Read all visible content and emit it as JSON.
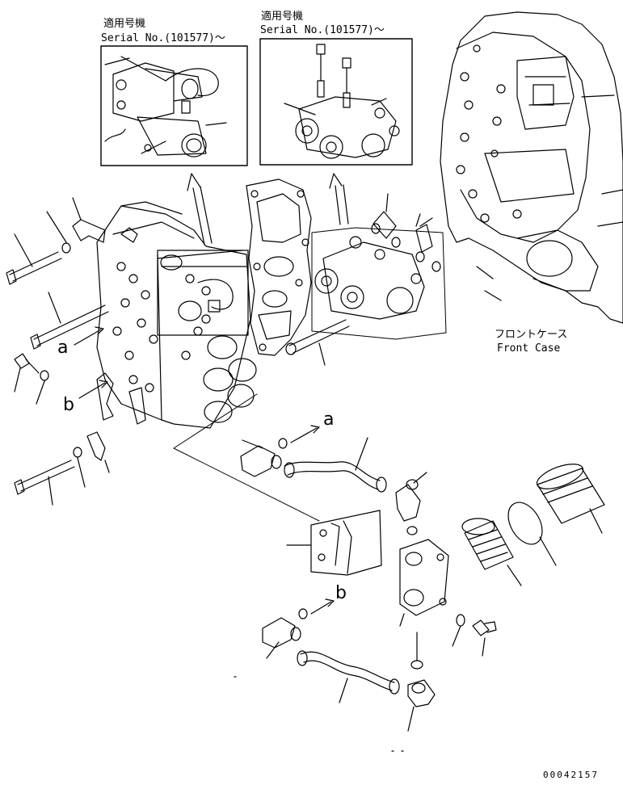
{
  "inset_left": {
    "title_jp": "適用号機",
    "serial": "Serial No.(101577)～"
  },
  "inset_right": {
    "title_jp": "適用号機",
    "serial": "Serial No.(101577)～"
  },
  "front_case": {
    "label_jp": "フロントケース",
    "label_en": "Front Case"
  },
  "callouts": {
    "a1": "a",
    "a2": "a",
    "b1": "b",
    "b2": "b"
  },
  "drawing_code": "00042157"
}
